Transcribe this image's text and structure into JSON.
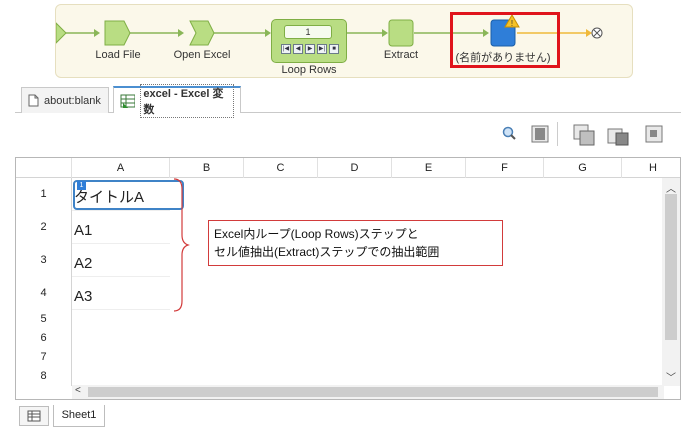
{
  "workflow": {
    "steps": [
      {
        "label": "Load File"
      },
      {
        "label": "Open Excel"
      },
      {
        "label": "Loop Rows",
        "counter": "1"
      },
      {
        "label": "Extract"
      },
      {
        "label": "(名前がありません)"
      }
    ]
  },
  "tabs": [
    {
      "label": "about:blank"
    },
    {
      "label": "excel - Excel 変数"
    }
  ],
  "grid": {
    "columns": [
      "A",
      "B",
      "C",
      "D",
      "E",
      "F",
      "G",
      "H"
    ],
    "rows": [
      "1",
      "2",
      "3",
      "4",
      "5",
      "6",
      "7",
      "8"
    ],
    "cells": [
      "タイトルA",
      "A1",
      "A2",
      "A3"
    ],
    "selected_badge": "1"
  },
  "annotation": {
    "line1": "Excel内ループ(Loop Rows)ステップと",
    "line2": "セル値抽出(Extract)ステップでの抽出範囲"
  },
  "sheet": {
    "tab_label": "Sheet1"
  },
  "colors": {
    "step_green": "#b9dd83",
    "step_blue": "#2f7ed8",
    "highlight_red": "#e0141c",
    "selection_blue": "#3f83c7"
  }
}
